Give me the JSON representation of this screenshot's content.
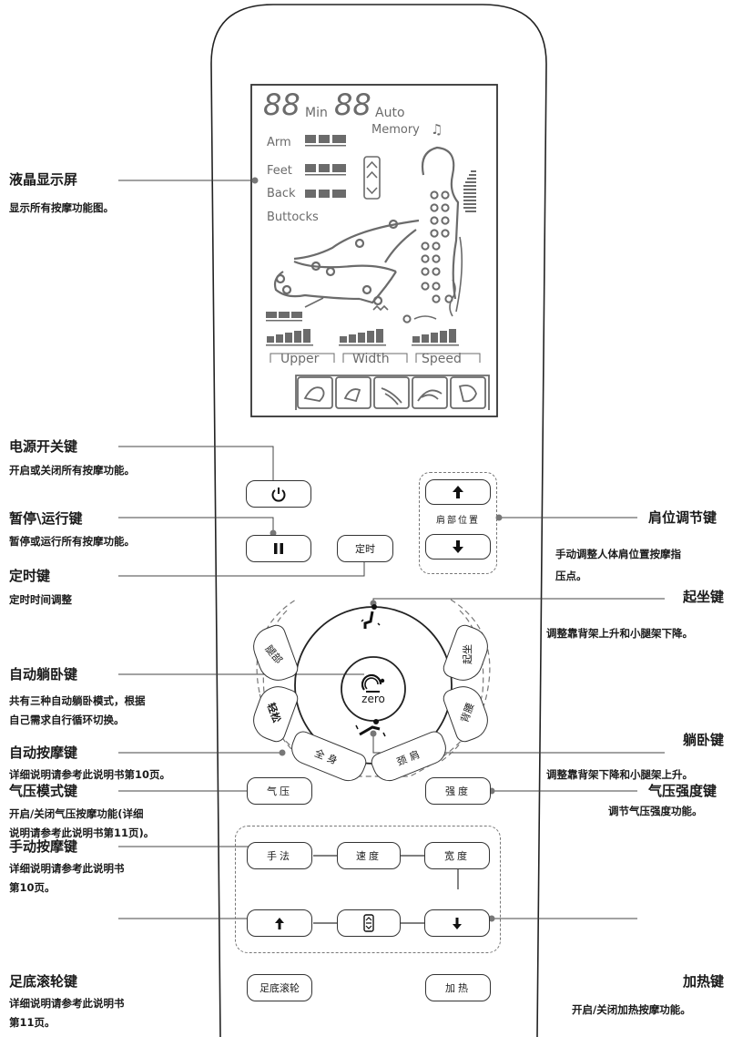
{
  "lcd": {
    "min_digits": "88",
    "min_label": "Min",
    "auto_digits": "88",
    "auto_label": "Auto",
    "memory_label": "Memory",
    "arm_label": "Arm",
    "feet_label": "Feet",
    "back_label": "Back",
    "buttocks_label": "Buttocks",
    "upper_label": "Upper",
    "width_label": "Width",
    "speed_label": "Speed"
  },
  "buttons": {
    "timer": "定时",
    "shoulder_position": "肩部位置",
    "leg": "腿部",
    "lift": "起坐",
    "back": "背腰",
    "relax": "轻松",
    "full_body": "全身",
    "neck_shoulder": "颈肩",
    "zero": "zero",
    "air_pressure": "气压",
    "intensity": "强度",
    "technique": "手法",
    "speed": "速度",
    "width": "宽度",
    "foot_roller": "足底滚轮",
    "heat": "加热"
  },
  "annotations": {
    "lcd_title": "液晶显示屏",
    "lcd_desc": "显示所有按摩功能图。",
    "power_title": "电源开关键",
    "power_desc": "开启或关闭所有按摩功能。",
    "pause_title": "暂停\\运行键",
    "pause_desc": "暂停或运行所有按摩功能。",
    "timer_title": "定时键",
    "timer_desc": "定时时间调整",
    "auto_recline_title": "自动躺卧键",
    "auto_recline_desc1": "共有三种自动躺卧模式，根据",
    "auto_recline_desc2": "自己需求自行循环切换。",
    "auto_massage_title": "自动按摩键",
    "auto_massage_desc": "详细说明请参考此说明书第10页。",
    "air_mode_title": "气压模式键",
    "air_mode_desc1": "开启/关闭气压按摩功能(详细",
    "air_mode_desc2": "说明请参考此说明书第11页)。",
    "manual_title": "手动按摩键",
    "manual_desc1": "详细说明请参考此说明书",
    "manual_desc2": "第10页。",
    "foot_title": "足底滚轮键",
    "foot_desc1": "详细说明请参考此说明书",
    "foot_desc2": "第11页。",
    "shoulder_title": "肩位调节键",
    "shoulder_desc1": "手动调整人体肩位置按摩指",
    "shoulder_desc2": "压点。",
    "situp_title": "起坐键",
    "situp_desc": "调整靠背架上升和小腿架下降。",
    "recline_title": "躺卧键",
    "recline_desc": "调整靠背架下降和小腿架上升。",
    "intensity_title": "气压强度键",
    "intensity_desc": "调节气压强度功能。",
    "heat_title": "加热键",
    "heat_desc": "开启/关闭加热按摩功能。"
  }
}
